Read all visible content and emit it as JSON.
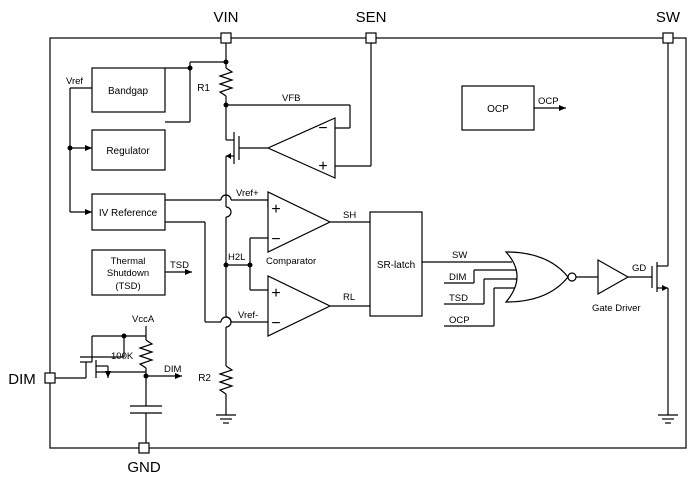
{
  "pins": {
    "vin": "VIN",
    "sen": "SEN",
    "sw": "SW",
    "dim": "DIM",
    "gnd": "GND"
  },
  "blocks": {
    "bandgap": "Bandgap",
    "regulator": "Regulator",
    "iv_reference": "IV Reference",
    "thermal_line1": "Thermal",
    "thermal_line2": "Shutdown",
    "thermal_line3": "(TSD)",
    "ocp": "OCP",
    "sr_latch": "SR-latch"
  },
  "labels": {
    "vref": "Vref",
    "r1": "R1",
    "r2": "R2",
    "vfb": "VFB",
    "vref_plus": "Vref+",
    "vref_minus": "Vref-",
    "h2l": "H2L",
    "comparator": "Comparator",
    "sh": "SH",
    "rl": "RL",
    "tsd_out": "TSD",
    "ocp_out": "OCP",
    "sw_in": "SW",
    "dim_in": "DIM",
    "tsd_in": "TSD",
    "ocp_in": "OCP",
    "gd": "GD",
    "gate_driver": "Gate Driver",
    "vcca": "VccA",
    "r100k": "100K",
    "dim_int": "DIM",
    "plus": "+",
    "minus": "−"
  }
}
